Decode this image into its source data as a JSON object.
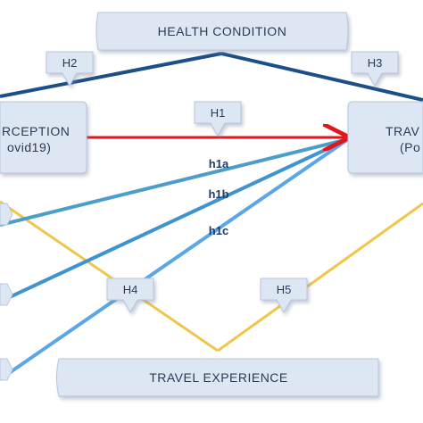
{
  "diagram": {
    "boxes": {
      "health_condition": "HEALTH CONDITION",
      "perception_line1": "RCEPTION",
      "perception_line2": "ovid19)",
      "travel_line1": "TRAV",
      "travel_line2": "(Po",
      "travel_experience": "TRAVEL EXPERIENCE"
    },
    "hypotheses": {
      "h1": "H1",
      "h2": "H2",
      "h3": "H3",
      "h4": "H4",
      "h5": "H5",
      "h1a": "h1a",
      "h1b": "h1b",
      "h1c": "h1c"
    },
    "colors": {
      "box_fill": "#dde6f3",
      "box_stroke": "#b8c6dc",
      "navy_line": "#1c4e8a",
      "red_line": "#e0161b",
      "teal_line": "#4a9ec9",
      "mid_blue_line": "#3f93cf",
      "light_blue_line": "#5aa6e6",
      "yellow_line": "#efc64a"
    }
  }
}
